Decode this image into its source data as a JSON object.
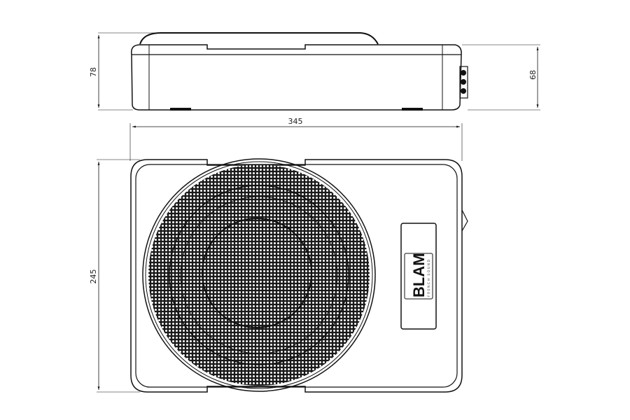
{
  "drawing": {
    "dimensions": {
      "side_total_height": "78",
      "side_body_height": "68",
      "width": "345",
      "depth": "245"
    },
    "logo": {
      "brand": "BLAM",
      "tagline": "FRENCH SOUND"
    },
    "colors": {
      "line": "#111111",
      "background": "#ffffff"
    }
  }
}
